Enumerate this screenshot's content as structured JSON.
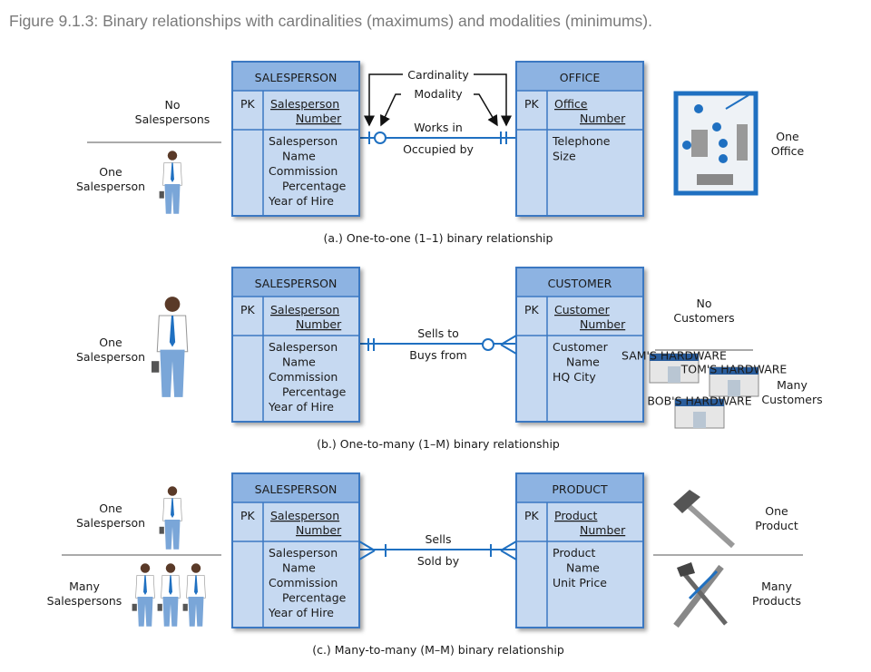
{
  "figure_caption": "Figure 9.1.3: Binary relationships with cardinalities (maximums) and modalities (minimums).",
  "colors": {
    "header": "#8db3e2",
    "body": "#c6d9f1",
    "border": "#3b78c2",
    "line": "#1f70c1"
  },
  "annotations": {
    "cardinality": "Cardinality",
    "modality": "Modality"
  },
  "sections": [
    {
      "caption": "(a.) One-to-one (1–1) binary relationship",
      "left_entity": {
        "title": "SALESPERSON",
        "pk_label": "PK",
        "pk": [
          "Salesperson",
          "Number"
        ],
        "attrs": [
          "Salesperson",
          "Name",
          "Commission",
          "Percentage",
          "Year of Hire"
        ]
      },
      "right_entity": {
        "title": "OFFICE",
        "pk_label": "PK",
        "pk": [
          "Office",
          "Number"
        ],
        "attrs": [
          "Telephone",
          "Size"
        ]
      },
      "verb_top": "Works in",
      "verb_bottom": "Occupied by",
      "left_labels": {
        "top": [
          "No",
          "Salespersons"
        ],
        "bottom": [
          "One",
          "Salesperson"
        ]
      },
      "right_labels": {
        "top": [
          "One",
          "Office"
        ]
      },
      "icons": [
        "person-icon",
        "office-floorplan-icon"
      ]
    },
    {
      "caption": "(b.) One-to-many (1–M) binary relationship",
      "left_entity": {
        "title": "SALESPERSON",
        "pk_label": "PK",
        "pk": [
          "Salesperson",
          "Number"
        ],
        "attrs": [
          "Salesperson",
          "Name",
          "Commission",
          "Percentage",
          "Year of Hire"
        ]
      },
      "right_entity": {
        "title": "CUSTOMER",
        "pk_label": "PK",
        "pk": [
          "Customer",
          "Number"
        ],
        "attrs": [
          "Customer",
          "Name",
          "HQ City"
        ]
      },
      "verb_top": "Sells to",
      "verb_bottom": "Buys from",
      "left_labels": {
        "top": [
          "One",
          "Salesperson"
        ]
      },
      "right_labels": {
        "top": [
          "No",
          "Customers"
        ],
        "bottom": [
          "Many",
          "Customers"
        ]
      },
      "store_signs": [
        "SAM'S HARDWARE",
        "TOM'S HARDWARE",
        "BOB'S HARDWARE"
      ],
      "icons": [
        "person-icon",
        "store-icon"
      ]
    },
    {
      "caption": "(c.) Many-to-many (M–M) binary relationship",
      "left_entity": {
        "title": "SALESPERSON",
        "pk_label": "PK",
        "pk": [
          "Salesperson",
          "Number"
        ],
        "attrs": [
          "Salesperson",
          "Name",
          "Commission",
          "Percentage",
          "Year of Hire"
        ]
      },
      "right_entity": {
        "title": "PRODUCT",
        "pk_label": "PK",
        "pk": [
          "Product",
          "Number"
        ],
        "attrs": [
          "Product",
          "Name",
          "Unit Price"
        ]
      },
      "verb_top": "Sells",
      "verb_bottom": "Sold by",
      "left_labels": {
        "top": [
          "One",
          "Salesperson"
        ],
        "bottom": [
          "Many",
          "Salespersons"
        ]
      },
      "right_labels": {
        "top": [
          "One",
          "Product"
        ],
        "bottom": [
          "Many",
          "Products"
        ]
      },
      "icons": [
        "person-icon",
        "hammer-icon",
        "tools-icon"
      ]
    }
  ]
}
